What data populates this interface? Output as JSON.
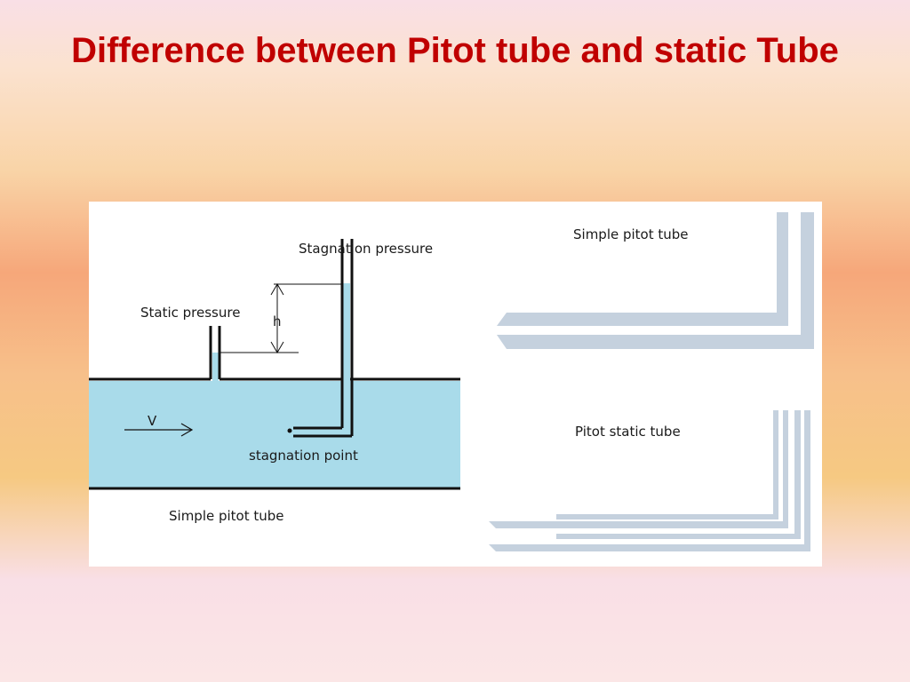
{
  "slide": {
    "title": "Difference between Pitot tube and static Tube"
  },
  "diagram": {
    "left": {
      "stagnation_pressure": "Stagnation pressure",
      "static_pressure": "Static pressure",
      "h": "h",
      "v": "V",
      "stagnation_point": "stagnation point",
      "caption": "Simple pitot tube"
    },
    "right": {
      "top_label": "Simple pitot tube",
      "bottom_label": "Pitot static tube"
    },
    "colors": {
      "title": "#c00000",
      "water": "#a9dbea",
      "tube": "#c5d1de",
      "line": "#111111"
    }
  }
}
